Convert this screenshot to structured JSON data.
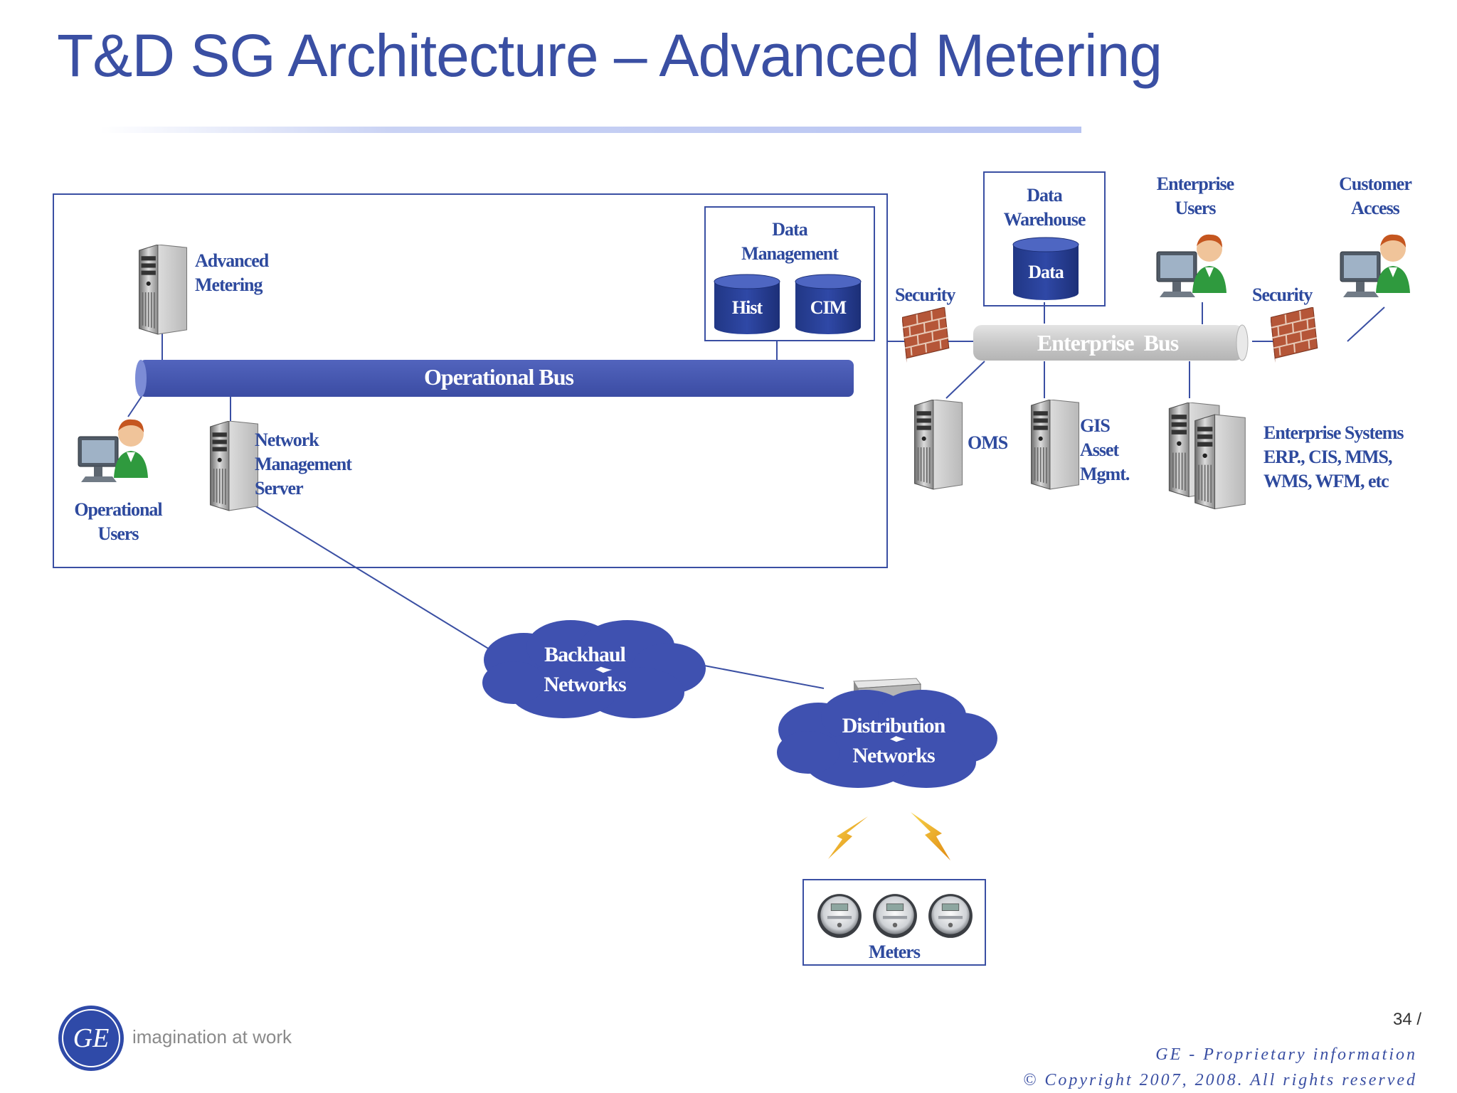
{
  "slide": {
    "title": "T&D SG Architecture – Advanced Metering",
    "page_number": "34 /",
    "copyright_line1": "GE - Proprietary information",
    "copyright_line2": "© Copyright 2007, 2008. All rights reserved",
    "logo_text": "GE",
    "tagline": "imagination at work"
  },
  "colors": {
    "brand_blue": "#3a4fa3",
    "label_blue": "#2e4a9e",
    "bus_blue": "#4456b0",
    "enterprise_bus_gray": "#cfcfcf",
    "firewall_brick": "#b0533a"
  },
  "operational_domain": {
    "advanced_metering": [
      "Advanced",
      "Metering"
    ],
    "data_management": {
      "title": [
        "Data",
        "Management"
      ],
      "stores": [
        "Hist",
        "CIM"
      ]
    },
    "operational_bus": "Operational Bus",
    "operational_users": [
      "Operational",
      "Users"
    ],
    "network_management_server": [
      "Network",
      "Management",
      "Server"
    ]
  },
  "enterprise_domain": {
    "data_warehouse": {
      "title": [
        "Data",
        "Warehouse"
      ],
      "store": "Data"
    },
    "enterprise_users": [
      "Enterprise",
      "Users"
    ],
    "customer_access": [
      "Customer",
      "Access"
    ],
    "security_left": "Security",
    "security_right": "Security",
    "enterprise_bus": "Enterprise  Bus",
    "oms": "OMS",
    "gis": [
      "GIS",
      "Asset",
      "Mgmt."
    ],
    "enterprise_systems": [
      "Enterprise Systems",
      "ERP., CIS, MMS,",
      "WMS, WFM, etc"
    ]
  },
  "networks": {
    "backhaul": [
      "Backhaul",
      "Networks"
    ],
    "distribution": [
      "Distribution",
      "Networks"
    ]
  },
  "meters": {
    "label": "Meters"
  },
  "icons": {
    "server": "server-tower-icon",
    "user": "user-at-computer-icon",
    "firewall": "brick-firewall-icon",
    "database": "database-cylinder-icon",
    "router": "router-icon",
    "lightning": "wireless-lightning-icon",
    "meter": "electric-meter-icon"
  }
}
